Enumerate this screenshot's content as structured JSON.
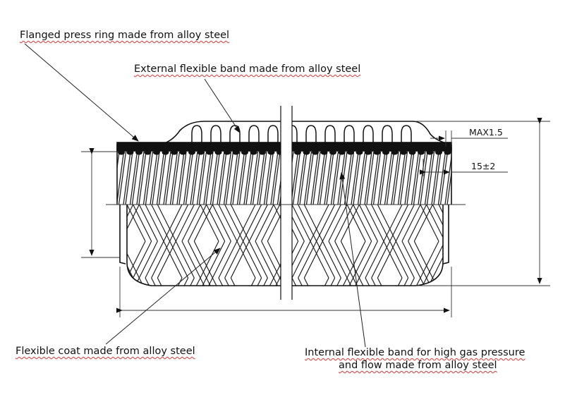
{
  "labels": {
    "flanged_ring": "Flanged press ring made from alloy steel",
    "external_band": "External flexible band made from alloy steel",
    "flexible_coat": "Flexible coat made from alloy steel",
    "internal_band_line1": "Internal flexible band for high gas pressure",
    "internal_band_line2": "and flow made from alloy steel"
  },
  "dimensions": {
    "max_gap": "MAX1.5",
    "ring_length": "15±2"
  }
}
